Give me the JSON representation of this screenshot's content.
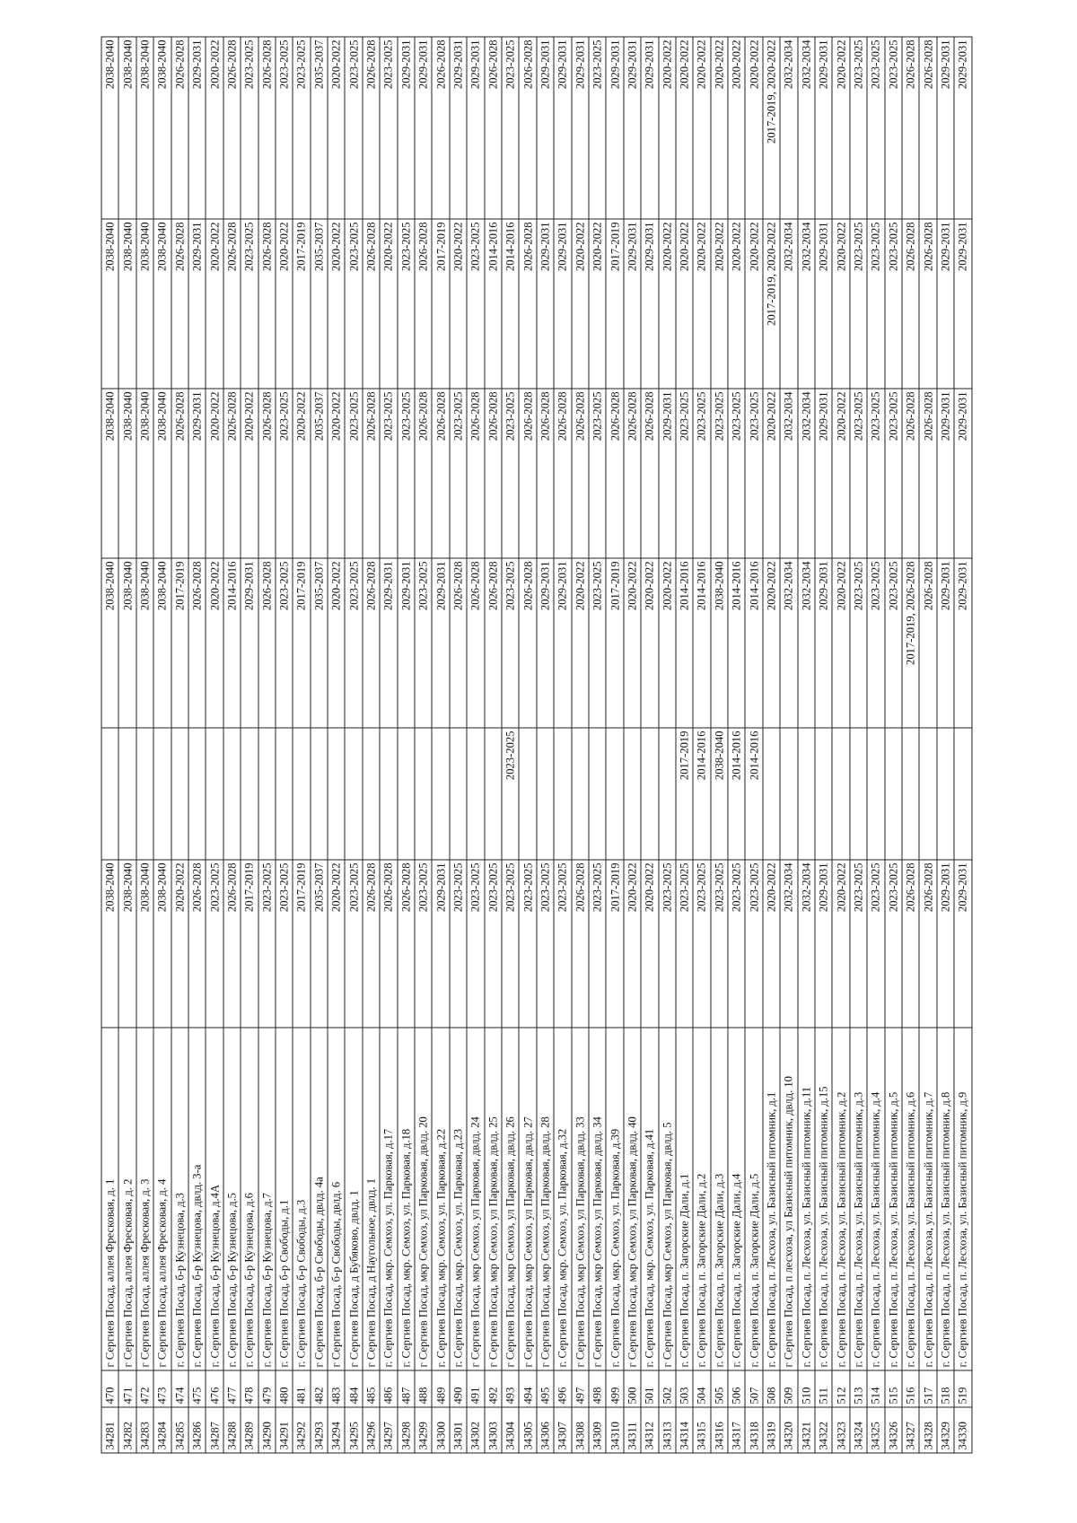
{
  "rows": [
    [
      "34281",
      "470",
      "г Сергиев Посад, аллея Фресковая, д. 1",
      "2038-2040",
      "",
      "2038-2040",
      "2038-2040",
      "2038-2040",
      "2038-2040"
    ],
    [
      "34282",
      "471",
      "г Сергиев Посад, аллея Фресковая, д. 2",
      "2038-2040",
      "",
      "2038-2040",
      "2038-2040",
      "2038-2040",
      "2038-2040"
    ],
    [
      "34283",
      "472",
      "г Сергиев Посад, аллея Фресковая, д. 3",
      "2038-2040",
      "",
      "2038-2040",
      "2038-2040",
      "2038-2040",
      "2038-2040"
    ],
    [
      "34284",
      "473",
      "г Сергиев Посад, аллея Фресковая, д. 4",
      "2038-2040",
      "",
      "2038-2040",
      "2038-2040",
      "2038-2040",
      "2038-2040"
    ],
    [
      "34285",
      "474",
      "г. Сергиев Посад, б-р Кузнецова, д.3",
      "2020-2022",
      "",
      "2017-2019",
      "2026-2028",
      "2026-2028",
      "2026-2028"
    ],
    [
      "34286",
      "475",
      "г. Сергиев Посад, б-р Кузнецова, двлд. 3-а",
      "2026-2028",
      "",
      "2026-2028",
      "2029-2031",
      "2029-2031",
      "2029-2031"
    ],
    [
      "34287",
      "476",
      "г. Сергиев Посад, б-р Кузнецова, д.4А",
      "2023-2025",
      "",
      "2020-2022",
      "2020-2022",
      "2020-2022",
      "2020-2022"
    ],
    [
      "34288",
      "477",
      "г. Сергиев Посад, б-р Кузнецова, д.5",
      "2026-2028",
      "",
      "2014-2016",
      "2026-2028",
      "2026-2028",
      "2026-2028"
    ],
    [
      "34289",
      "478",
      "г. Сергиев Посад, б-р Кузнецова, д.6",
      "2017-2019",
      "",
      "2029-2031",
      "2020-2022",
      "2023-2025",
      "2023-2025"
    ],
    [
      "34290",
      "479",
      "г. Сергиев Посад, б-р Кузнецова, д.7",
      "2023-2025",
      "",
      "2026-2028",
      "2026-2028",
      "2026-2028",
      "2026-2028"
    ],
    [
      "34291",
      "480",
      "г. Сергиев Посад, б-р Свободы, д.1",
      "2023-2025",
      "",
      "2023-2025",
      "2023-2025",
      "2020-2022",
      "2023-2025"
    ],
    [
      "34292",
      "481",
      "г. Сергиев Посад, б-р Свободы, д.3",
      "2017-2019",
      "",
      "2017-2019",
      "2020-2022",
      "2017-2019",
      "2023-2025"
    ],
    [
      "34293",
      "482",
      "г Сергиев Посад, б-р Свободы, двлд. 4а",
      "2035-2037",
      "",
      "2035-2037",
      "2035-2037",
      "2035-2037",
      "2035-2037"
    ],
    [
      "34294",
      "483",
      "г Сергиев Посад, б-р Свободы, двлд. 6",
      "2020-2022",
      "",
      "2020-2022",
      "2020-2022",
      "2020-2022",
      "2020-2022"
    ],
    [
      "34295",
      "484",
      "г Сергиев Посад, д Бубяково, двлд. 1",
      "2023-2025",
      "",
      "2023-2025",
      "2023-2025",
      "2023-2025",
      "2023-2025"
    ],
    [
      "34296",
      "485",
      "г Сергиев Посад, д Наугольное, двлд. 1",
      "2026-2028",
      "",
      "2026-2028",
      "2026-2028",
      "2026-2028",
      "2026-2028"
    ],
    [
      "34297",
      "486",
      "г. Сергиев Посад, мкр. Семхоз, ул. Парковая, д.17",
      "2026-2028",
      "",
      "2029-2031",
      "2023-2025",
      "2020-2022",
      "2023-2025"
    ],
    [
      "34298",
      "487",
      "г. Сергиев Посад, мкр. Семхоз, ул. Парковая, д.18",
      "2026-2028",
      "",
      "2029-2031",
      "2023-2025",
      "2023-2025",
      "2029-2031"
    ],
    [
      "34299",
      "488",
      "г Сергиев Посад, мкр Семхоз, ул Парковая, двлд. 20",
      "2023-2025",
      "",
      "2023-2025",
      "2026-2028",
      "2026-2028",
      "2029-2031"
    ],
    [
      "34300",
      "489",
      "г. Сергиев Посад, мкр. Семхоз, ул. Парковая, д.22",
      "2029-2031",
      "",
      "2029-2031",
      "2026-2028",
      "2017-2019",
      "2026-2028"
    ],
    [
      "34301",
      "490",
      "г. Сергиев Посад, мкр. Семхоз, ул. Парковая, д.23",
      "2023-2025",
      "",
      "2026-2028",
      "2023-2025",
      "2020-2022",
      "2029-2031"
    ],
    [
      "34302",
      "491",
      "г Сергиев Посад, мкр Семхоз, ул Парковая, двлд. 24",
      "2023-2025",
      "",
      "2026-2028",
      "2026-2028",
      "2023-2025",
      "2029-2031"
    ],
    [
      "34303",
      "492",
      "г Сергиев Посад, мкр Семхоз, ул Парковая, двлд. 25",
      "2023-2025",
      "",
      "2026-2028",
      "2026-2028",
      "2014-2016",
      "2026-2028"
    ],
    [
      "34304",
      "493",
      "г Сергиев Посад, мкр Семхоз, ул Парковая, двлд. 26",
      "2023-2025",
      "2023-2025",
      "2023-2025",
      "2023-2025",
      "2014-2016",
      "2023-2025"
    ],
    [
      "34305",
      "494",
      "г Сергиев Посад, мкр Семхоз, ул Парковая, двлд. 27",
      "2023-2025",
      "",
      "2026-2028",
      "2026-2028",
      "2026-2028",
      "2026-2028"
    ],
    [
      "34306",
      "495",
      "г Сергиев Посад, мкр Семхоз, ул Парковая, двлд. 28",
      "2023-2025",
      "",
      "2029-2031",
      "2026-2028",
      "2029-2031",
      "2029-2031"
    ],
    [
      "34307",
      "496",
      "г. Сергиев Посад, мкр. Семхоз, ул. Парковая, д.32",
      "2023-2025",
      "",
      "2029-2031",
      "2026-2028",
      "2029-2031",
      "2029-2031"
    ],
    [
      "34308",
      "497",
      "г Сергиев Посад, мкр Семхоз, ул Парковая, двлд. 33",
      "2026-2028",
      "",
      "2020-2022",
      "2026-2028",
      "2020-2022",
      "2029-2031"
    ],
    [
      "34309",
      "498",
      "г Сергиев Посад, мкр Семхоз, ул Парковая, двлд. 34",
      "2023-2025",
      "",
      "2023-2025",
      "2023-2025",
      "2020-2022",
      "2023-2025"
    ],
    [
      "34310",
      "499",
      "г. Сергиев Посад, мкр. Семхоз, ул. Парковая, д.39",
      "2017-2019",
      "",
      "2017-2019",
      "2026-2028",
      "2017-2019",
      "2029-2031"
    ],
    [
      "34311",
      "500",
      "г Сергиев Посад, мкр Семхоз, ул Парковая, двлд. 40",
      "2020-2022",
      "",
      "2020-2022",
      "2026-2028",
      "2029-2031",
      "2029-2031"
    ],
    [
      "34312",
      "501",
      "г. Сергиев Посад, мкр. Семхоз, ул. Парковая, д.41",
      "2020-2022",
      "",
      "2020-2022",
      "2026-2028",
      "2029-2031",
      "2029-2031"
    ],
    [
      "34313",
      "502",
      "г Сергиев Посад, мкр Семхоз, ул Парковая, двлд. 5",
      "2023-2025",
      "",
      "2020-2022",
      "2029-2031",
      "2020-2022",
      "2020-2022"
    ],
    [
      "34314",
      "503",
      "г. Сергиев Посад, п. Загорские Дали, д.1",
      "2023-2025",
      "2017-2019",
      "2014-2016",
      "2023-2025",
      "2020-2022",
      "2020-2022"
    ],
    [
      "34315",
      "504",
      "г. Сергиев Посад, п. Загорские Дали, д.2",
      "2023-2025",
      "2014-2016",
      "2014-2016",
      "2023-2025",
      "2020-2022",
      "2020-2022"
    ],
    [
      "34316",
      "505",
      "г. Сергиев Посад, п. Загорские Дали, д.3",
      "2023-2025",
      "2038-2040",
      "2038-2040",
      "2023-2025",
      "2020-2022",
      "2020-2022"
    ],
    [
      "34317",
      "506",
      "г. Сергиев Посад, п. Загорские Дали, д.4",
      "2023-2025",
      "2014-2016",
      "2014-2016",
      "2023-2025",
      "2020-2022",
      "2020-2022"
    ],
    [
      "34318",
      "507",
      "г. Сергиев Посад, п. Загорские Дали, д.5",
      "2023-2025",
      "2014-2016",
      "2014-2016",
      "2023-2025",
      "2020-2022",
      "2020-2022"
    ],
    [
      "34319",
      "508",
      "г. Сергиев Посад, п. Лесхоза, ул. Базисный питомник, д.1",
      "2020-2022",
      "",
      "2020-2022",
      "2020-2022",
      "2017-2019, 2020-2022",
      "2017-2019, 2020-2022"
    ],
    [
      "34320",
      "509",
      "г Сергиев Посад, п лесхоза, ул Базисный питомник, двлд. 10",
      "2032-2034",
      "",
      "2032-2034",
      "2032-2034",
      "2032-2034",
      "2032-2034"
    ],
    [
      "34321",
      "510",
      "г. Сергиев Посад, п. Лесхоза, ул. Базисный питомник, д.11",
      "2032-2034",
      "",
      "2032-2034",
      "2032-2034",
      "2032-2034",
      "2032-2034"
    ],
    [
      "34322",
      "511",
      "г. Сергиев Посад, п. Лесхоза, ул. Базисный питомник, д.15",
      "2029-2031",
      "",
      "2029-2031",
      "2029-2031",
      "2029-2031",
      "2029-2031"
    ],
    [
      "34323",
      "512",
      "г. Сергиев Посад, п. Лесхоза, ул. Базисный питомник, д.2",
      "2020-2022",
      "",
      "2020-2022",
      "2020-2022",
      "2020-2022",
      "2020-2022"
    ],
    [
      "34324",
      "513",
      "г. Сергиев Посад, п. Лесхоза, ул. Базисный питомник, д.3",
      "2023-2025",
      "",
      "2023-2025",
      "2023-2025",
      "2023-2025",
      "2023-2025"
    ],
    [
      "34325",
      "514",
      "г. Сергиев Посад, п. Лесхоза, ул. Базисный питомник, д.4",
      "2023-2025",
      "",
      "2023-2025",
      "2023-2025",
      "2023-2025",
      "2023-2025"
    ],
    [
      "34326",
      "515",
      "г. Сергиев Посад, п. Лесхоза, ул. Базисный питомник, д.5",
      "2023-2025",
      "",
      "2023-2025",
      "2023-2025",
      "2023-2025",
      "2023-2025"
    ],
    [
      "34327",
      "516",
      "г. Сергиев Посад, п. Лесхоза, ул. Базисный питомник, д.6",
      "2026-2028",
      "",
      "2017-2019, 2026-2028",
      "2026-2028",
      "2026-2028",
      "2026-2028"
    ],
    [
      "34328",
      "517",
      "г. Сергиев Посад, п. Лесхоза, ул. Базисный питомник, д.7",
      "2026-2028",
      "",
      "2026-2028",
      "2026-2028",
      "2026-2028",
      "2026-2028"
    ],
    [
      "34329",
      "518",
      "г. Сергиев Посад, п. Лесхоза, ул. Базисный питомник, д.8",
      "2029-2031",
      "",
      "2029-2031",
      "2029-2031",
      "2029-2031",
      "2029-2031"
    ],
    [
      "34330",
      "519",
      "г. Сергиев Посад, п. Лесхоза, ул. Базисный питомник, д.9",
      "2029-2031",
      "",
      "2029-2031",
      "2029-2031",
      "2029-2031",
      "2029-2031"
    ]
  ]
}
